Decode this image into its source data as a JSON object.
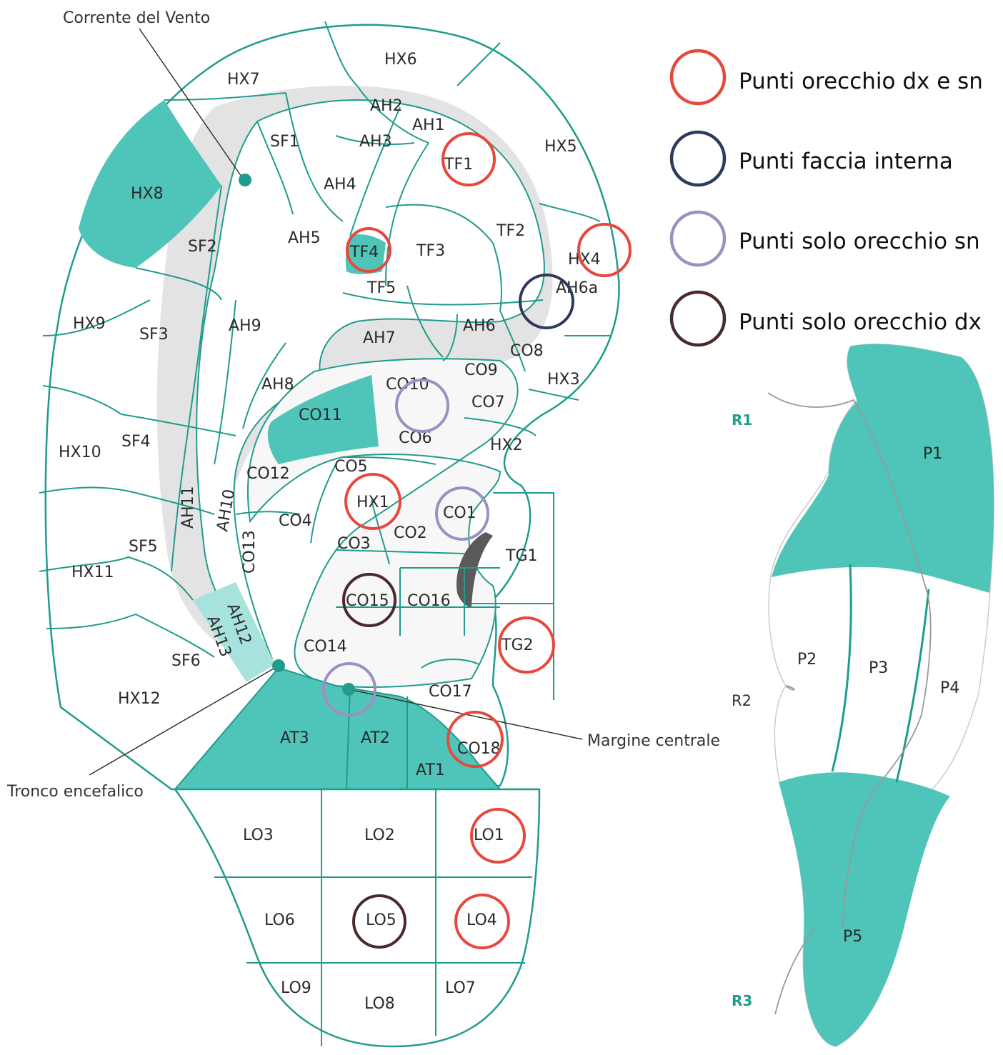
{
  "colors": {
    "teal": "#4fc4b8",
    "teal_light": "#a8e2dc",
    "line": "#1f9c8c",
    "shadow": "#d9d9d9",
    "red": "#e8473c",
    "navy": "#2d3a5a",
    "lavender": "#9d8fbf",
    "dark_brown": "#4a2a2a"
  },
  "legend": [
    {
      "label": "Punti orecchio dx e sn",
      "color": "red"
    },
    {
      "label": "Punti faccia interna",
      "color": "navy"
    },
    {
      "label": "Punti solo orecchio sn",
      "color": "lavender"
    },
    {
      "label": "Punti solo orecchio dx",
      "color": "dark_brown"
    }
  ],
  "annotations": {
    "corrente": "Corrente del Vento",
    "tronco": "Tronco encefalico",
    "margine": "Margine centrale"
  },
  "zones": {
    "HX6": "HX6",
    "HX7": "HX7",
    "HX8": "HX8",
    "HX5": "HX5",
    "HX4": "HX4",
    "AH6a": "AH6a",
    "HX3": "HX3",
    "HX2": "HX2",
    "HX1": "HX1",
    "HX9": "HX9",
    "HX10": "HX10",
    "HX11": "HX11",
    "HX12": "HX12",
    "AH1": "AH1",
    "AH2": "AH2",
    "AH3": "AH3",
    "AH4": "AH4",
    "AH5": "AH5",
    "AH6": "AH6",
    "AH7": "AH7",
    "AH8": "AH8",
    "AH9": "AH9",
    "AH10": "AH10",
    "AH11": "AH11",
    "AH12": "AH12",
    "AH13": "AH13",
    "SF1": "SF1",
    "SF2": "SF2",
    "SF3": "SF3",
    "SF4": "SF4",
    "SF5": "SF5",
    "SF6": "SF6",
    "TF1": "TF1",
    "TF2": "TF2",
    "TF3": "TF3",
    "TF4": "TF4",
    "TF5": "TF5",
    "CO1": "CO1",
    "CO2": "CO2",
    "CO3": "CO3",
    "CO4": "CO4",
    "CO5": "CO5",
    "CO6": "CO6",
    "CO7": "CO7",
    "CO8": "CO8",
    "CO9": "CO9",
    "CO10": "CO10",
    "CO11": "CO11",
    "CO12": "CO12",
    "CO13": "CO13",
    "CO14": "CO14",
    "CO15": "CO15",
    "CO16": "CO16",
    "CO17": "CO17",
    "CO18": "CO18",
    "TG1": "TG1",
    "TG2": "TG2",
    "AT1": "AT1",
    "AT2": "AT2",
    "AT3": "AT3",
    "LO1": "LO1",
    "LO2": "LO2",
    "LO3": "LO3",
    "LO4": "LO4",
    "LO5": "LO5",
    "LO6": "LO6",
    "LO7": "LO7",
    "LO8": "LO8",
    "LO9": "LO9"
  },
  "back_view": {
    "R1": "R1",
    "R2": "R2",
    "R3": "R3",
    "P1": "P1",
    "P2": "P2",
    "P3": "P3",
    "P4": "P4",
    "P5": "P5"
  },
  "highlighted_points": [
    {
      "zone": "TF1",
      "type": "red"
    },
    {
      "zone": "TF4",
      "type": "red"
    },
    {
      "zone": "HX4",
      "type": "red"
    },
    {
      "zone": "AH6a",
      "type": "navy"
    },
    {
      "zone": "CO10",
      "type": "lavender"
    },
    {
      "zone": "HX1",
      "type": "red"
    },
    {
      "zone": "CO1",
      "type": "lavender"
    },
    {
      "zone": "CO15",
      "type": "dark_brown"
    },
    {
      "zone": "TG2",
      "type": "red"
    },
    {
      "zone": "AT2",
      "type": "lavender"
    },
    {
      "zone": "CO18",
      "type": "red"
    },
    {
      "zone": "LO1",
      "type": "red"
    },
    {
      "zone": "LO5",
      "type": "dark_brown"
    },
    {
      "zone": "LO4",
      "type": "red"
    }
  ]
}
